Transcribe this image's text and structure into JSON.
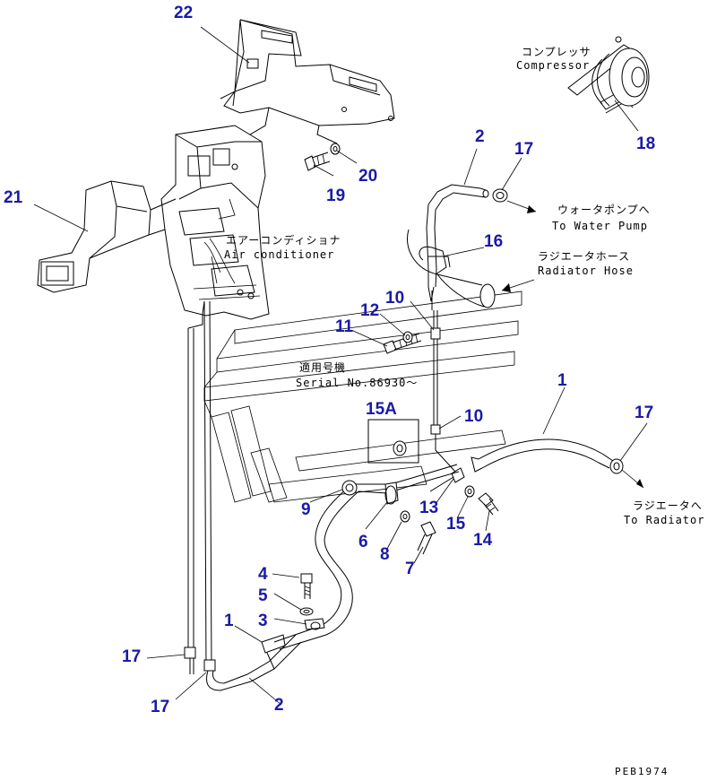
{
  "callouts": {
    "c1a": "1",
    "c1b": "1",
    "c2a": "2",
    "c2b": "2",
    "c3": "3",
    "c4": "4",
    "c5": "5",
    "c6": "6",
    "c7": "7",
    "c8": "8",
    "c9": "9",
    "c10a": "10",
    "c10b": "10",
    "c11": "11",
    "c12": "12",
    "c13": "13",
    "c14": "14",
    "c15": "15",
    "c15a": "15A",
    "c16": "16",
    "c17a": "17",
    "c17b": "17",
    "c17c": "17",
    "c17d": "17",
    "c18": "18",
    "c19": "19",
    "c20": "20",
    "c21": "21",
    "c22": "22"
  },
  "labels": {
    "compressor_jp": "コンプレッサ",
    "compressor_en": "Compressor",
    "water_pump_jp": "ウォータポンプへ",
    "water_pump_en": "To Water Pump",
    "radiator_hose_jp": "ラジエータホース",
    "radiator_hose_en": "Radiator Hose",
    "aircon_jp": "エアーコンディショナ",
    "aircon_en": "Air conditioner",
    "serial_jp": "適用号機",
    "serial_en": "Serial No.86930～",
    "to_radiator_jp": "ラジエータへ",
    "to_radiator_en": "To Radiator"
  },
  "drawing_code": "PEB1974",
  "colors": {
    "callout": "#1a1aa8",
    "line": "#000000"
  }
}
